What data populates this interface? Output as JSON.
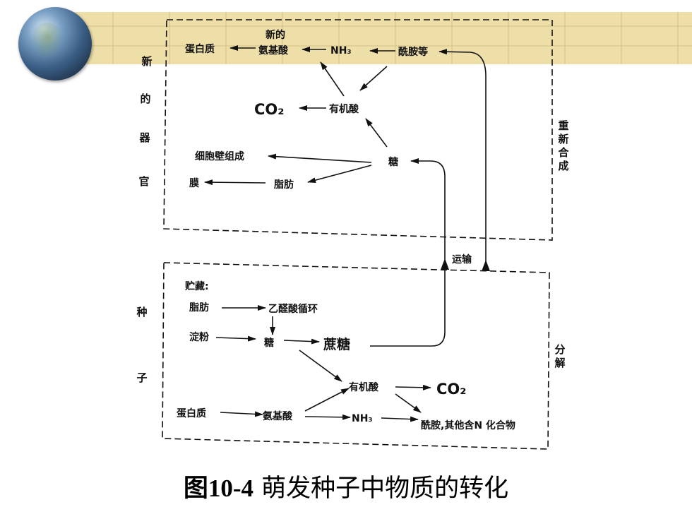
{
  "left_labels": {
    "organ": [
      "新",
      "的",
      "器",
      "官"
    ],
    "seed": [
      "种",
      "子"
    ]
  },
  "right_labels": {
    "resynthesis": [
      "重",
      "新",
      "合",
      "成"
    ],
    "decomposition": [
      "分",
      "解"
    ]
  },
  "organ_box": {
    "new_amino_acid_line1": "新的",
    "new_amino_acid_line2": "氨基酸",
    "protein": "蛋白质",
    "nh3_top": "NH₃",
    "amide_etc": "酰胺等",
    "co2_top": "CO₂",
    "organic_acid_top": "有机酸",
    "cell_wall": "细胞壁组成",
    "sugar_top": "糖",
    "membrane": "膜",
    "fat_top": "脂肪"
  },
  "transport": "运输",
  "seed_box": {
    "storage": "贮藏:",
    "fat": "脂肪",
    "glyoxylate_cycle": "乙醛酸循环",
    "starch": "淀粉",
    "sugar": "糖",
    "sucrose": "蔗糖",
    "organic_acid": "有机酸",
    "co2": "CO₂",
    "protein": "蛋白质",
    "amino_acid": "氨基酸",
    "nh3": "NH₃",
    "amide_n_compounds": "酰胺,其他含N 化合物"
  },
  "caption": {
    "figure_no": "图10-4",
    "title": " 萌发种子中物质的转化"
  },
  "colors": {
    "banner": "#eedfa9",
    "ink": "#111111"
  }
}
